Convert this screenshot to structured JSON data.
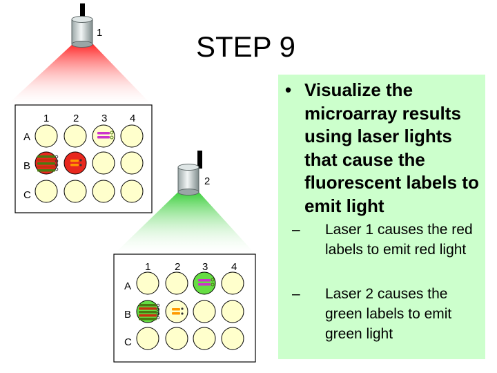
{
  "title": "STEP 9",
  "bullet": {
    "marker": "•",
    "text": "Visualize the microarray results using laser lights that cause the fluorescent labels to emit light"
  },
  "sub_bullets": [
    {
      "marker": "–",
      "text": "Laser 1 causes the red labels to emit red light"
    },
    {
      "marker": "–",
      "text": "Laser 2 causes the green labels to emit green light"
    }
  ],
  "laser1": {
    "label": "1",
    "beam_color": "#ff2020"
  },
  "laser2": {
    "label": "2",
    "beam_color": "#33cc33"
  },
  "array1": {
    "column_labels": [
      "1",
      "2",
      "3",
      "4"
    ],
    "row_labels": [
      "A",
      "B",
      "C"
    ],
    "wells": [
      {
        "row": "A",
        "col": "3",
        "fill": "#ffffcc",
        "probe": "magenta"
      },
      {
        "row": "B",
        "col": "1",
        "fill": "#e8281e",
        "probe": "mixed"
      },
      {
        "row": "B",
        "col": "2",
        "fill": "#e8281e",
        "probe": "orange"
      }
    ]
  },
  "array2": {
    "column_labels": [
      "1",
      "2",
      "3",
      "4"
    ],
    "row_labels": [
      "A",
      "B",
      "C"
    ],
    "wells": [
      {
        "row": "A",
        "col": "3",
        "fill": "#66dd44",
        "probe": "magenta"
      },
      {
        "row": "B",
        "col": "1",
        "fill": "#66dd44",
        "probe": "mixed"
      },
      {
        "row": "B",
        "col": "2",
        "fill": "#ffffcc",
        "probe": "orange"
      }
    ]
  },
  "colors": {
    "well_empty": "#ffffcc",
    "textbox_bg": "#ccffcc",
    "probe_green": "#4a7a10",
    "probe_red": "#c83010",
    "probe_magenta": "#cc33cc",
    "probe_orange": "#ff9900"
  }
}
